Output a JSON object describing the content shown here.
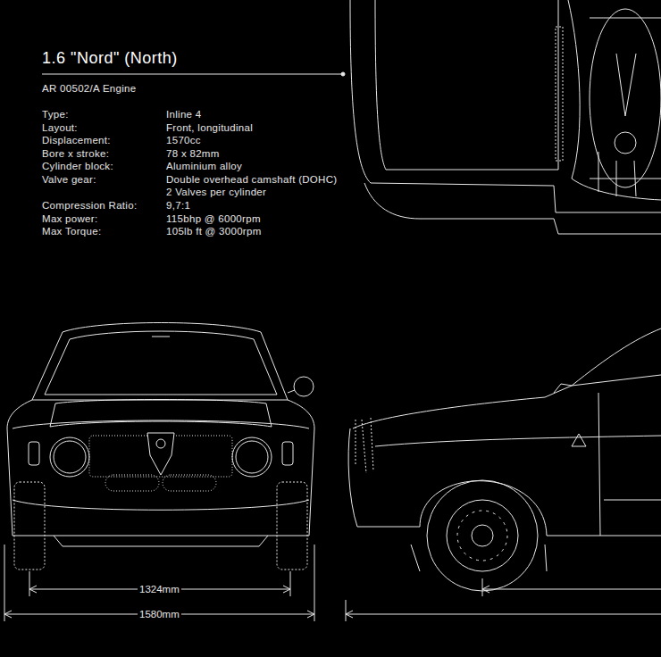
{
  "diagram": {
    "title": "1.6 \"Nord\" (North)",
    "labels": [
      "AR 00502/A Engine",
      "Type:",
      "Inline 4",
      "Layout:",
      "Front, longitudinal",
      "Displacement:",
      "1570cc",
      "Bore x stroke:",
      "78 x 82mm",
      "Cylinder block:",
      "Aluminium alloy",
      "Valve gear:",
      "Double overhead camshaft (DOHC)",
      "2 Valves per cylinder",
      "Compression Ratio:",
      "9,7:1",
      "Max power:",
      "115bhp @ 6000rpm",
      "Max Torque:",
      "105lb ft @ 3000rpm",
      "1324mm",
      "1580mm"
    ]
  }
}
